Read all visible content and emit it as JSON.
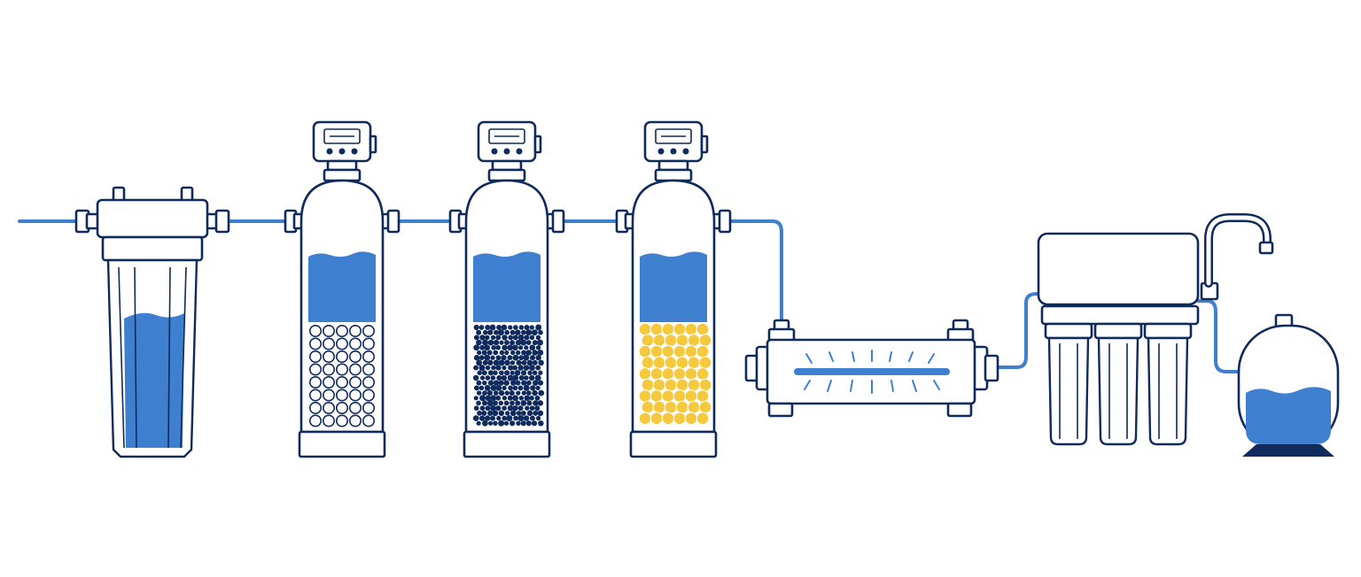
{
  "palette": {
    "outline": "#0f2a5c",
    "water": "#3f7fcf",
    "water_light": "#5b95da",
    "resin_yellow": "#f5c93d",
    "resin_dark": "#0f2a5c",
    "background": "#ffffff"
  },
  "diagram": {
    "stages": [
      {
        "name": "sediment-prefilter-housing",
        "icon": "clear-filter-housing-icon",
        "water_level": 0.72
      },
      {
        "name": "softener-tank-white-beads",
        "icon": "mineral-tank-icon",
        "water_level": 0.38,
        "media": "white-beads"
      },
      {
        "name": "carbon-tank-dark-media",
        "icon": "mineral-tank-icon",
        "water_level": 0.38,
        "media": "dark-granules"
      },
      {
        "name": "resin-tank-yellow-media",
        "icon": "mineral-tank-icon",
        "water_level": 0.38,
        "media": "yellow-resin"
      },
      {
        "name": "uv-sterilizer",
        "icon": "uv-lamp-icon"
      },
      {
        "name": "reverse-osmosis-unit",
        "icon": "ro-system-icon",
        "cartridges": 3
      },
      {
        "name": "pressure-storage-tank",
        "icon": "pressure-tank-icon",
        "water_level": 0.45
      }
    ],
    "faucet_icon": "faucet-icon"
  }
}
